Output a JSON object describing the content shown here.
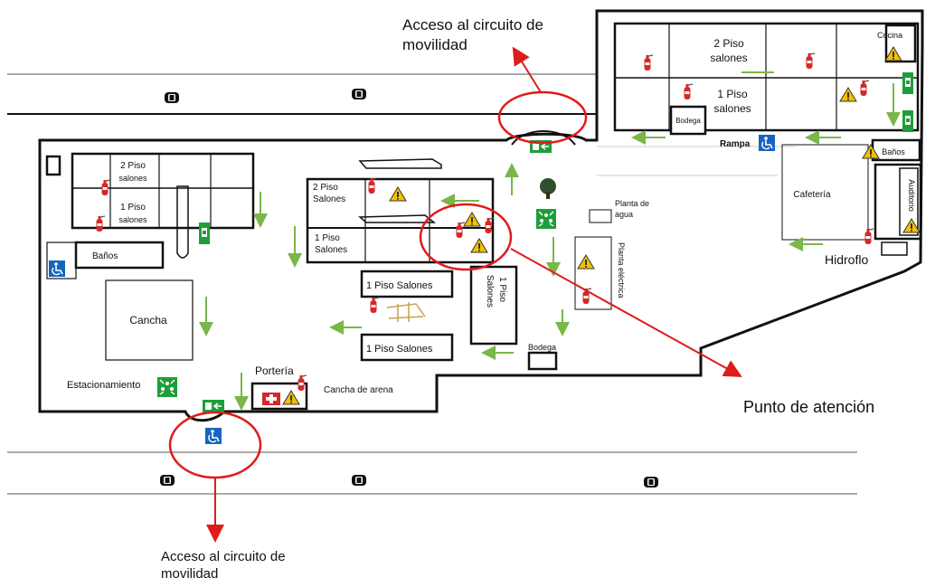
{
  "callouts": {
    "top_line1": "Acceso al circuito de",
    "top_line2": "movilidad",
    "bottom_line1": "Acceso al circuito de",
    "bottom_line2": "movilidad",
    "punto": "Punto de atención"
  },
  "rooms": {
    "r2_salones_top": [
      "2 Piso",
      "salones"
    ],
    "r1_salones_top": [
      "1 Piso",
      "salones"
    ],
    "cocina": "Cocina",
    "bodega_top": "Bodega",
    "rampa": "Rampa",
    "banos_right": "Baños",
    "cafeteria": "Cafetería",
    "auditorio": "Auditorio",
    "hidroflo": "Hidroflo",
    "l2_piso": [
      "2 Piso",
      "salones"
    ],
    "l1_piso": [
      "1 Piso",
      "salones"
    ],
    "banos_left": "Baños",
    "cancha": "Cancha",
    "estacionamiento": "Estacionamiento",
    "porteria": "Portería",
    "cancha_arena": "Cancha de arena",
    "c2_salones": [
      "2 Piso",
      "Salones"
    ],
    "c1_salones": [
      "1 Piso",
      "Salones"
    ],
    "c1_salones_mid": "1 Piso  Salones",
    "c1_salones_low": "1 Piso  Salones",
    "c_vertical": [
      "1 Piso",
      "Salones"
    ],
    "bodega_low": "Bodega",
    "planta_agua": [
      "Planta de",
      "agua"
    ],
    "planta_electrica": "Planta eléctrica"
  },
  "colors": {
    "callout_red": "#e01b1b",
    "path_green": "#7ab648",
    "extinguisher": "#d62828",
    "sign_green": "#1f9d3a",
    "warning_yellow": "#f2c200",
    "access_blue": "#1565c0"
  },
  "icons": [
    "car-icon",
    "fire-extinguisher-icon",
    "warning-icon",
    "wheelchair-icon",
    "exit-sign-icon",
    "assembly-point-icon",
    "first-aid-icon",
    "tree-icon"
  ]
}
